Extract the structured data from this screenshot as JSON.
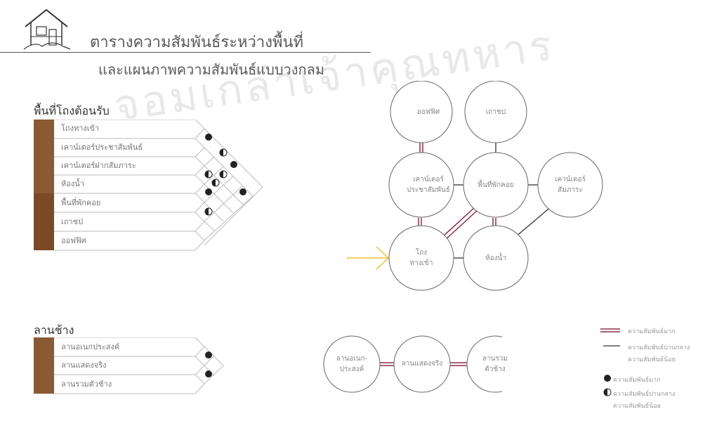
{
  "header": {
    "title": "ตารางความสัมพันธ์ระหว่างพื้นที่",
    "subtitle": "และแผนภาพความสัมพันธ์แบบวงกลม"
  },
  "watermark": {
    "text": "จอมเกล้าเจ้าคุณทหาร"
  },
  "matrix1": {
    "title": "พื้นที่โถงต้อนรับ",
    "rows": [
      "โถงทางเข้า",
      "เคาน์เตอร์ประชาสัมพันธ์",
      "เคาน์เตอร์ฝากสัมภาระ",
      "ห้องน้ำ",
      "พื้นที่พักคอย",
      "เถาชป",
      "ออฟฟิศ"
    ]
  },
  "matrix2": {
    "title": "ลานช้าง",
    "rows": [
      "ลานอเนกประสงค์",
      "ลานแสดงจริง",
      "ลานรวมตัวช้าง"
    ]
  },
  "bubbles1": {
    "office": [
      "ออฟฟิศ"
    ],
    "shop": [
      "เถาชป"
    ],
    "pr": [
      "เคาน์เตอร์",
      "ประชาสัมพันธ์"
    ],
    "waiting": [
      "พื้นที่พักคอย"
    ],
    "baggage": [
      "เคาน์เตอร์",
      "สัมภาระ"
    ],
    "lobby": [
      "โถง",
      "ทางเข้า"
    ],
    "toilet": [
      "ห้องน้ำ"
    ]
  },
  "bubbles2": {
    "multi": [
      "ลานอเนก-",
      "ประสงค์"
    ],
    "show": [
      "ลานแสดงจริง"
    ],
    "gather": [
      "ลานรวม",
      "ตัวช้าง"
    ]
  },
  "legend": {
    "strong_line": "ความสัมพันธ์มาก",
    "weak_line_1": "ความสัมพันธ์ปานกลาง",
    "weak_line_2": "ความสัมพันธ์น้อย",
    "strong_dot": "ความสัมพันธ์มาก",
    "half_dot_1": "ความสัมพันธ์ปานกลาง",
    "half_dot_2": "ความสัมพันธ์น้อย"
  },
  "colors": {
    "block_light": "#8a5a32",
    "block_dark": "#7a4a24",
    "double_line": "#8b2e45",
    "arrow": "#f0c030"
  }
}
